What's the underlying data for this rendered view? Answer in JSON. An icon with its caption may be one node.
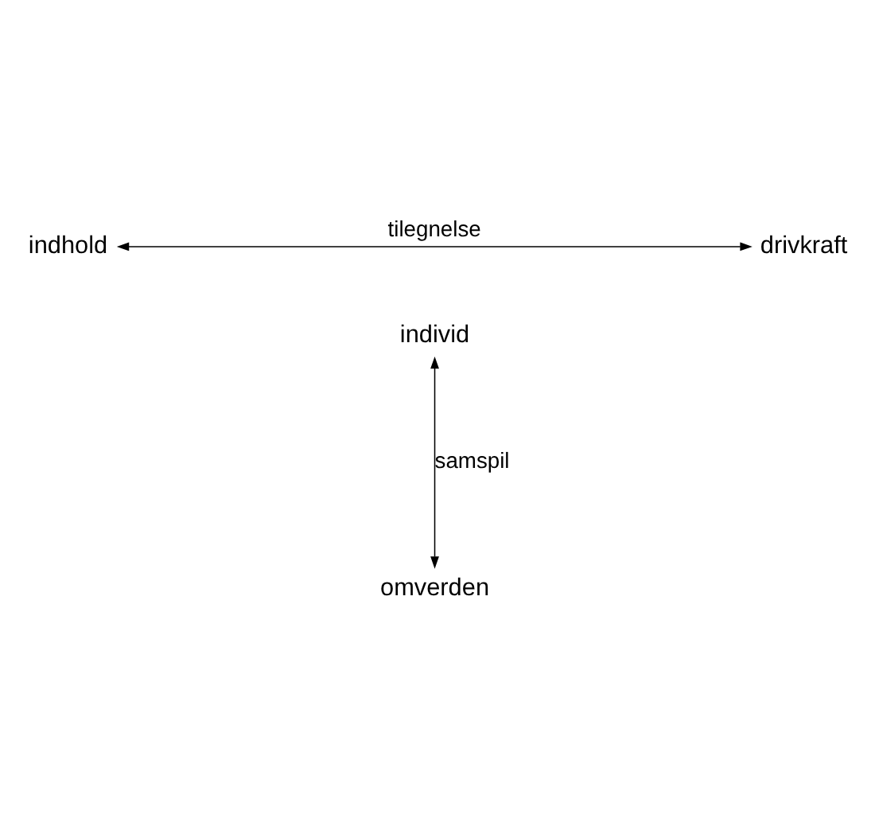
{
  "diagram": {
    "nodes": [
      {
        "text": [
          "indhold"
        ]
      },
      {
        "text": [
          "drivkraft"
        ]
      },
      {
        "text": [
          "individ"
        ]
      },
      {
        "text": [
          "omverden"
        ]
      }
    ],
    "edges": [
      {
        "from": 0,
        "to": 1,
        "arrow": "both",
        "label": "tilegnelse"
      },
      {
        "from": 2,
        "to": 3,
        "arrow": "both",
        "label": "samspil"
      }
    ]
  }
}
